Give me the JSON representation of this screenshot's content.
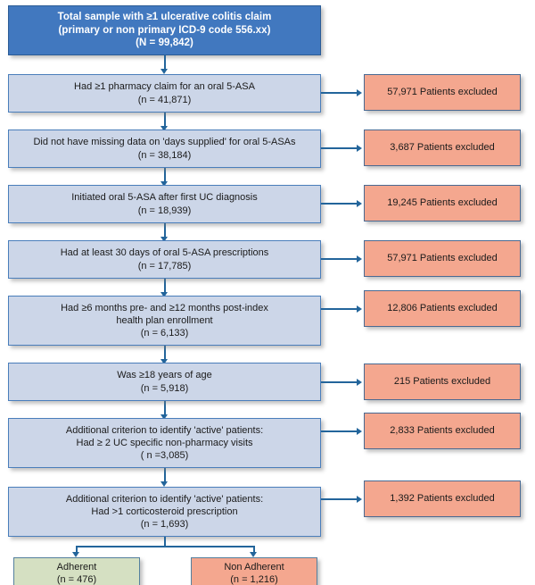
{
  "diagram": {
    "title": "Patient selection flow diagram",
    "type": "flowchart",
    "colors": {
      "header_fill": "#4178bf",
      "header_text": "#ffffff",
      "step_fill": "#ccd6e8",
      "step_border": "#4a7ebb",
      "excluded_fill": "#f4a78f",
      "adherent_fill": "#d5e0c2",
      "nonadherent_fill": "#f4a78f",
      "connector": "#23659b"
    },
    "header": {
      "line1": "Total sample with ≥1 ulcerative colitis claim",
      "line2": "(primary or non primary ICD-9 code 556.xx)",
      "line3": "(N = 99,842)"
    },
    "steps": [
      {
        "line1": "Had ≥1 pharmacy claim for an oral 5-ASA",
        "line2": "(n = 41,871)",
        "line3": ""
      },
      {
        "line1": "Did not have missing data on 'days supplied' for oral 5-ASAs",
        "line2": "(n = 38,184)",
        "line3": ""
      },
      {
        "line1": "Initiated oral 5-ASA after first UC diagnosis",
        "line2": "(n = 18,939)",
        "line3": ""
      },
      {
        "line1": "Had at least 30 days of oral 5-ASA prescriptions",
        "line2": "(n = 17,785)",
        "line3": ""
      },
      {
        "line1": "Had ≥6 months pre- and ≥12 months post-index",
        "line2": "health plan enrollment",
        "line3": "(n = 6,133)"
      },
      {
        "line1": "Was ≥18 years of age",
        "line2": "(n = 5,918)",
        "line3": ""
      },
      {
        "line1": "Additional criterion to identify 'active' patients:",
        "line2": "Had ≥ 2 UC specific non-pharmacy visits",
        "line3": "( n =3,085)"
      },
      {
        "line1": "Additional criterion to identify 'active' patients:",
        "line2": "Had >1 corticosteroid prescription",
        "line3": "(n = 1,693)"
      }
    ],
    "exclusions": [
      {
        "label": "57,971 Patients excluded"
      },
      {
        "label": "3,687 Patients excluded"
      },
      {
        "label": "19,245 Patients excluded"
      },
      {
        "label": "57,971 Patients excluded"
      },
      {
        "label": "12,806 Patients excluded"
      },
      {
        "label": "215 Patients excluded"
      },
      {
        "label": "2,833 Patients excluded"
      },
      {
        "label": "1,392 Patients excluded"
      }
    ],
    "outcomes": [
      {
        "line1": "Adherent",
        "line2": "(n = 476)"
      },
      {
        "line1": "Non Adherent",
        "line2": "(n = 1,216)"
      }
    ]
  }
}
